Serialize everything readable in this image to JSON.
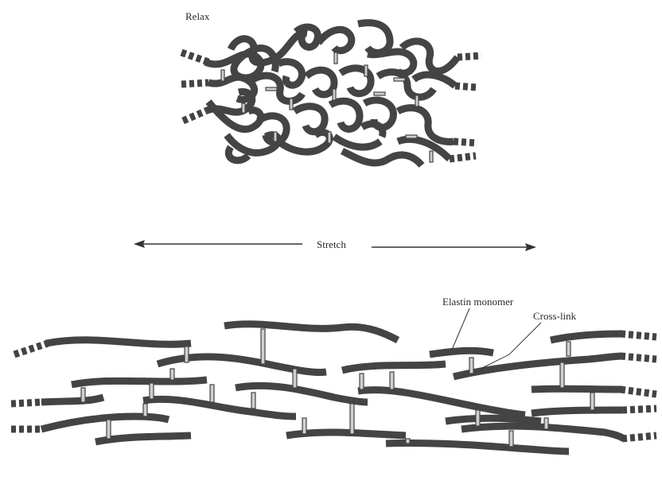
{
  "labels": {
    "relax": "Relax",
    "stretch": "Stretch",
    "elastin_monomer": "Elastin monomer",
    "cross_link": "Cross-link"
  },
  "colors": {
    "fiber": "#555555",
    "fiber_edge": "#3a3a3a",
    "crosslink": "#bdbdbd",
    "ink": "#2a2a2a"
  }
}
